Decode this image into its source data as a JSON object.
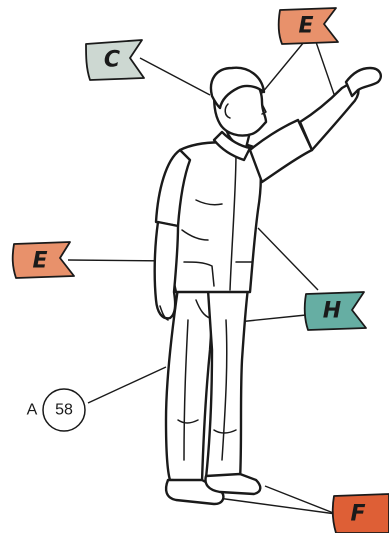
{
  "labels": {
    "c": "C",
    "e_top": "E",
    "e_left": "E",
    "h": "H",
    "f": "F"
  },
  "reference": {
    "letter": "A",
    "number": "58"
  },
  "colors": {
    "flag_gray": "#cdd8d2",
    "flag_orange": "#e8916b",
    "flag_teal": "#66aea3",
    "flag_red": "#de5f36",
    "ink": "#1a1a1a"
  },
  "icons": {
    "figure": "standing-man-raised-arm"
  }
}
